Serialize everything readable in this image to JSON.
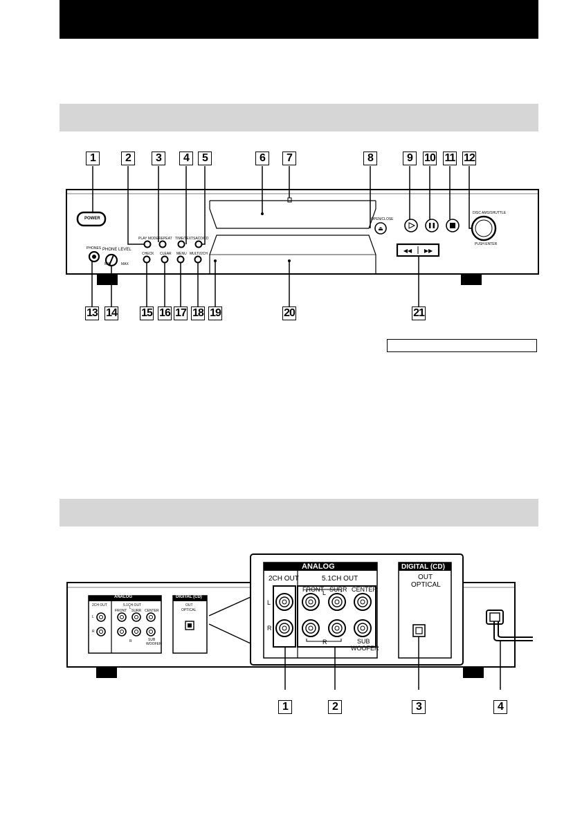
{
  "front_panel": {
    "callouts_top": [
      "1",
      "2",
      "3",
      "4",
      "5",
      "6",
      "7",
      "8",
      "9",
      "10",
      "11",
      "12"
    ],
    "callouts_bottom": [
      "13",
      "14",
      "15",
      "16",
      "17",
      "18",
      "19",
      "20",
      "21"
    ],
    "labels": {
      "power": "POWER",
      "play_mode": "PLAY MODE",
      "repeat": "REPEAT",
      "time_text": "TIME/TEXT",
      "sacd_cd": "SACD/CD",
      "open_close": "OPEN/CLOSE",
      "amms": "DISC AMS/SHUTTLE",
      "push_enter": "PUSH ENTER",
      "phones": "PHONES",
      "phone_level": "PHONE LEVEL",
      "min": "MIN",
      "max": "MAX",
      "check": "CHECK",
      "clear": "CLEAR",
      "menu": "MENU",
      "multi_2ch": "MULTI/2CH"
    }
  },
  "rear_panel": {
    "callouts": [
      "1",
      "2",
      "3",
      "4"
    ],
    "small": {
      "analog": "ANALOG",
      "ch2_out": "2CH OUT",
      "ch51_out": "5.1CH OUT",
      "front": "FRONT",
      "surr": "SURR",
      "center": "CENTER",
      "sub_woofer_1": "SUB",
      "sub_woofer_2": "WOOFER",
      "l": "L",
      "r": "R",
      "digital_cd": "DIGITAL (CD)",
      "out": "OUT",
      "optical": "OPTICAL"
    },
    "large": {
      "analog": "ANALOG",
      "ch2_out": "2CH OUT",
      "ch51_out": "5.1CH OUT",
      "front": "FRONT",
      "surr": "SURR",
      "center": "CENTER",
      "sub": "SUB",
      "woofer": "WOOFER",
      "l": "L",
      "r": "R",
      "digital_cd": "DIGITAL (CD)",
      "out": "OUT",
      "optical": "OPTICAL"
    }
  }
}
